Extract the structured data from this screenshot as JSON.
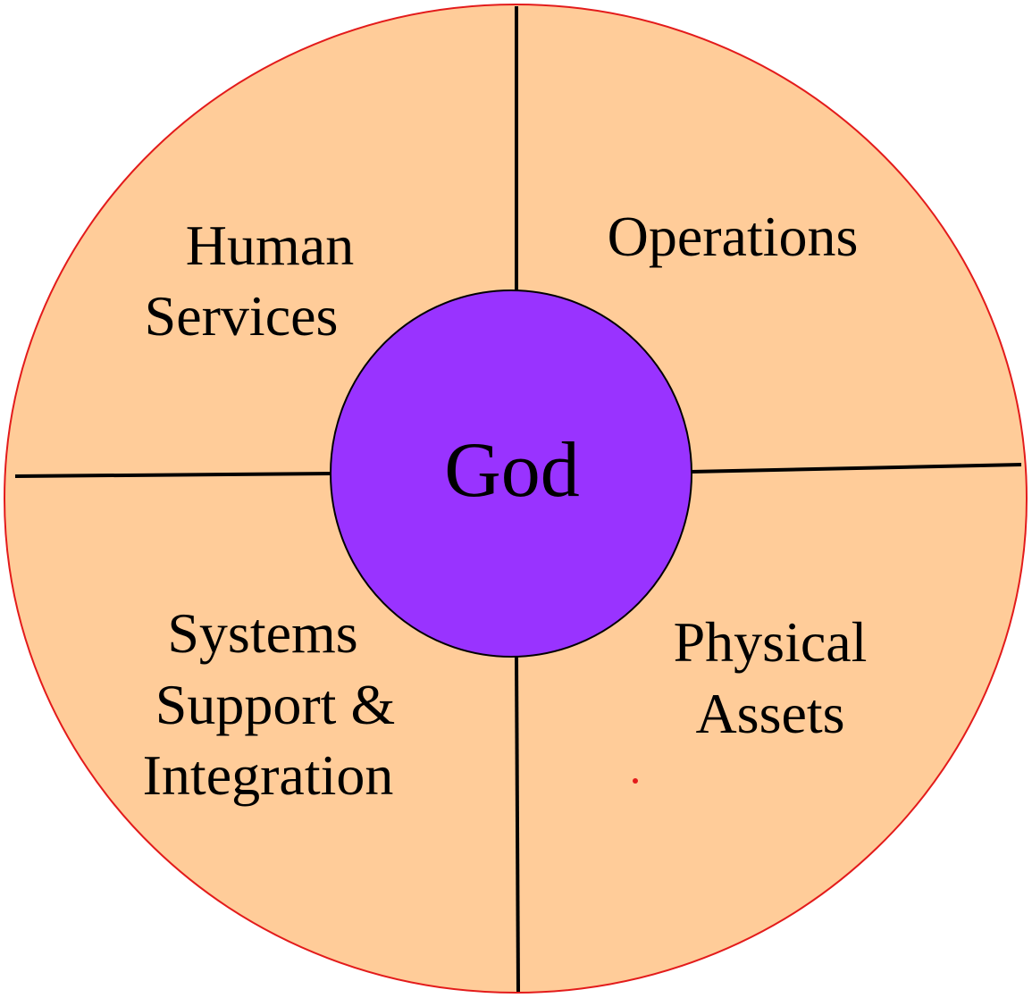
{
  "diagram": {
    "center": {
      "label": "God",
      "color": "#9933FF"
    },
    "outer_color": "#FFCC99",
    "outer_border_color": "#E31B1B",
    "divider_color": "#000000",
    "quadrants": [
      {
        "id": "top-left",
        "lines": [
          "Human",
          "Services"
        ]
      },
      {
        "id": "top-right",
        "lines": [
          "Operations"
        ]
      },
      {
        "id": "bottom-left",
        "lines": [
          "Systems",
          "Support &",
          "Integration"
        ]
      },
      {
        "id": "bottom-right",
        "lines": [
          "Physical",
          "Assets"
        ]
      }
    ]
  }
}
